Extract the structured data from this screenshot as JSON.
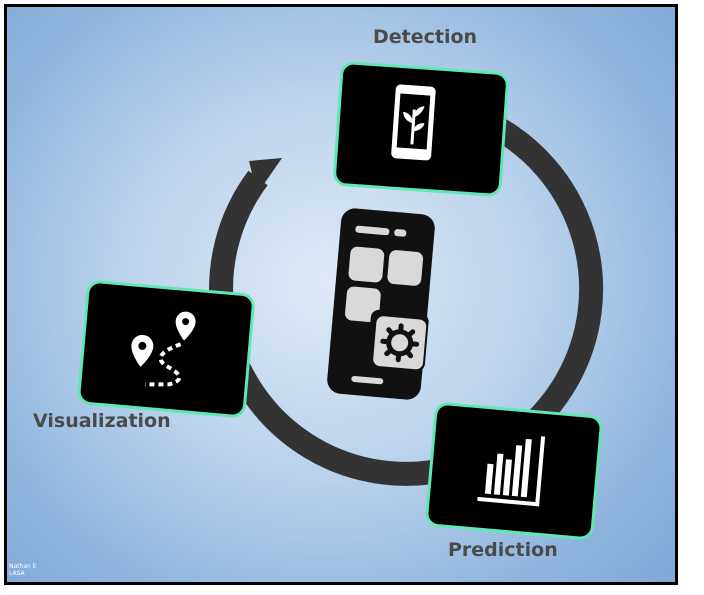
{
  "labels": {
    "detection": "Detection",
    "visualization": "Visualization",
    "prediction": "Prediction"
  },
  "author": {
    "line1": "Nathan E",
    "line2": "LASA"
  },
  "icons": [
    "sprout-phone-icon",
    "map-route-icon",
    "bar-chart-icon",
    "app-settings-phone-icon"
  ],
  "colors": {
    "card_border": "#5fe8b4",
    "card_fill": "#000000",
    "arrow": "#333333",
    "background_center": "#dfeaf6",
    "background_edge": "#80a9d6"
  }
}
